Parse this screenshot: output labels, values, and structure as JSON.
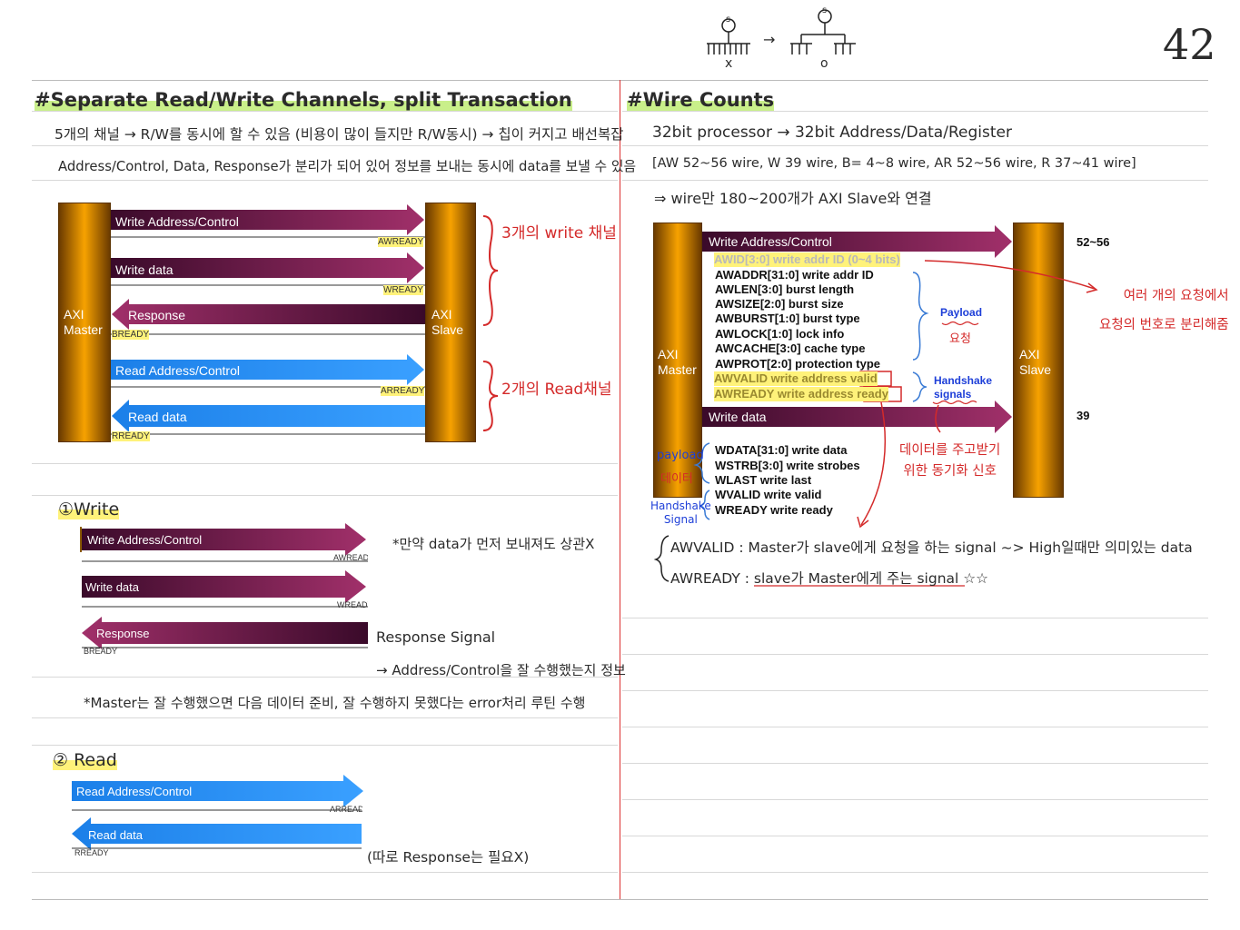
{
  "page_number": "42",
  "top_sketch": {
    "left_mark": "x",
    "right_mark": "o",
    "arrow": "→",
    "node_symbol": "s"
  },
  "left": {
    "title": "#Separate Read/Write Channels, split Transaction",
    "line1": "5개의 채널 → R/W를 동시에 할 수 있음 (비용이 많이 들지만 R/W동시) → 칩이 커지고 배선복잡",
    "line2": "Address/Control, Data, Response가 분리가 되어 있어 정보를 보내는 동시에 data를 보낼 수 있음",
    "diagram": {
      "master": "AXI\nMaster",
      "slave": "AXI\nSlave",
      "channels": [
        "Write Address/Control",
        "Write data",
        "Response",
        "Read Address/Control",
        "Read data"
      ],
      "signals": [
        "AWREADY",
        "WREADY",
        "BREADY",
        "ARREADY",
        "RREADY"
      ],
      "note_write": "3개의 write 채널",
      "note_read": "2개의 Read채널"
    },
    "write_section": {
      "heading": "①Write",
      "channels": [
        "Write Address/Control",
        "Write data",
        "Response"
      ],
      "signals": [
        "AWREADY",
        "WREADY",
        "BREADY"
      ],
      "note1": "*만약 data가 먼저 보내져도 상관X",
      "note2": "Response Signal",
      "note3": "→ Address/Control을 잘 수행했는지 정보",
      "note4": "*Master는 잘 수행했으면 다음 데이터 준비, 잘 수행하지 못했다는 error처리 루틴 수행"
    },
    "read_section": {
      "heading": "② Read",
      "channels": [
        "Read Address/Control",
        "Read data"
      ],
      "signals": [
        "ARREADY",
        "RREADY"
      ],
      "note": "(따로 Response는 필요X)"
    }
  },
  "right": {
    "title": "#Wire Counts",
    "line1": "32bit processor → 32bit Address/Data/Register",
    "line2": "[AW 52~56 wire, W 39 wire, B= 4~8 wire, AR 52~56 wire, R 37~41 wire]",
    "line3": "⇒ wire만 180~200개가 AXI Slave와 연결",
    "diagram": {
      "master": "AXI\nMaster",
      "slave": "AXI\nSlave",
      "aw_channel": "Write Address/Control",
      "w_channel": "Write data",
      "aw_count": "52~56",
      "w_count": "39",
      "aw_signals": [
        "AWID[3:0] write addr ID (0~4 bits)",
        "AWADDR[31:0] write addr ID",
        "AWLEN[3:0] burst length",
        "AWSIZE[2:0] burst size",
        "AWBURST[1:0] burst type",
        "AWLOCK[1:0] lock info",
        "AWCACHE[3:0] cache type",
        "AWPROT[2:0] protection type",
        "AWVALID write address valid",
        "AWREADY write address ready"
      ],
      "w_signals": [
        "WDATA[31:0] write data",
        "WSTRB[3:0] write strobes",
        "WLAST write last",
        "WVALID write valid",
        "WREADY write ready"
      ],
      "payload_label": "Payload",
      "payload_note": "요청",
      "handshake_label": "Handshake\nsignals",
      "w_payload_label": "payload",
      "w_payload_note": "데이터",
      "w_handshake_label": "Handshake\nSignal",
      "note_id": "여러 개의 요청에서\n요청의 번호로 분리해줌",
      "note_sync": "데이터를 주고받기\n위한 동기화 신호"
    },
    "awvalid_line": "AWVALID : Master가 slave에게 요청을 하는 signal ~> High일때만 의미있는 data",
    "awready_line": "AWREADY : slave가 Master에게 주는 signal ☆☆"
  }
}
